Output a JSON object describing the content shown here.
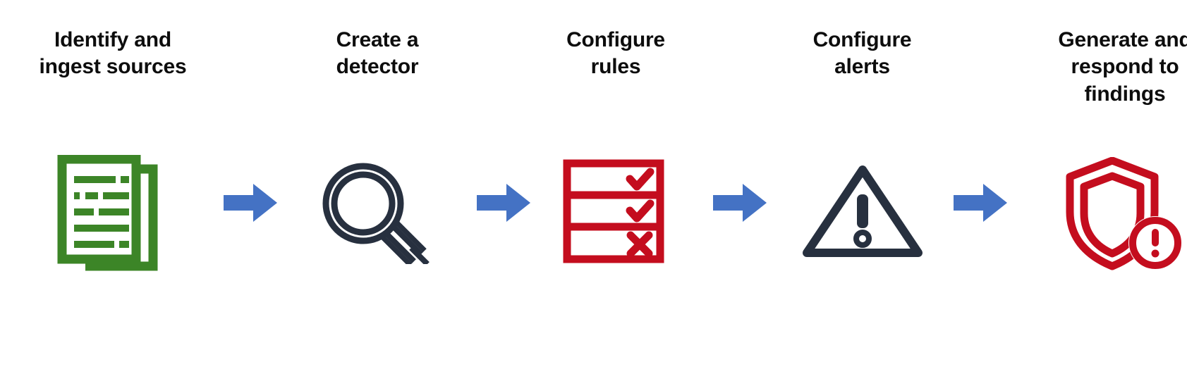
{
  "diagram": {
    "type": "process-flow",
    "orientation": "horizontal",
    "background": "#ffffff",
    "arrow_color": "#4472c4",
    "label_color": "#0d0d0d",
    "steps": [
      {
        "id": "identify-ingest-sources",
        "label": "Identify and\ningest sources",
        "icon": "documents-icon",
        "icon_color": "#3c8527",
        "icon_alt": "two stacked text documents"
      },
      {
        "id": "create-detector",
        "label": "Create a\ndetector",
        "icon": "magnifying-glass-icon",
        "icon_color": "#27303f",
        "icon_alt": "magnifying glass with double ring lens"
      },
      {
        "id": "configure-rules",
        "label": "Configure\nrules",
        "icon": "rules-checklist-icon",
        "icon_color": "#c40d1e",
        "icon_alt": "three row table with check, check and cross marks",
        "rows": [
          "check",
          "check",
          "cross"
        ]
      },
      {
        "id": "configure-alerts",
        "label": "Configure\nalerts",
        "icon": "warning-triangle-icon",
        "icon_color": "#27303f",
        "icon_alt": "triangle with exclamation mark"
      },
      {
        "id": "generate-respond-findings",
        "label": "Generate and\nrespond to\nfindings",
        "icon": "shield-alert-icon",
        "icon_color": "#c40d1e",
        "icon_alt": "shield with exclamation badge"
      }
    ],
    "connectors": [
      {
        "id": "arrow-1",
        "from": "identify-ingest-sources",
        "to": "create-detector",
        "glyph": "right-arrow-icon"
      },
      {
        "id": "arrow-2",
        "from": "create-detector",
        "to": "configure-rules",
        "glyph": "right-arrow-icon"
      },
      {
        "id": "arrow-3",
        "from": "configure-rules",
        "to": "configure-alerts",
        "glyph": "right-arrow-icon"
      },
      {
        "id": "arrow-4",
        "from": "configure-alerts",
        "to": "generate-respond-findings",
        "glyph": "right-arrow-icon"
      }
    ]
  }
}
